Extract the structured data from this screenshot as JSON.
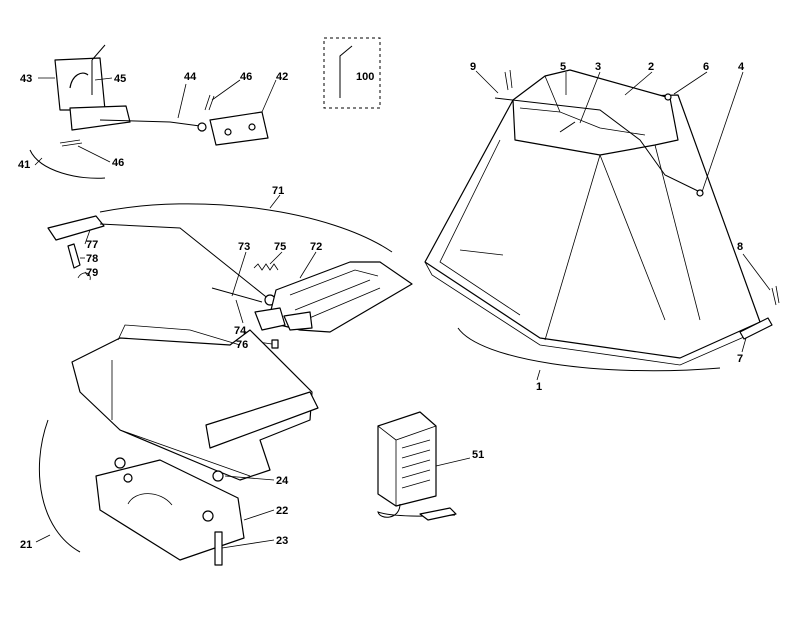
{
  "labels": {
    "l1": "1",
    "l2": "2",
    "l3": "3",
    "l4": "4",
    "l5": "5",
    "l6": "6",
    "l7": "7",
    "l8": "8",
    "l9": "9",
    "l21": "21",
    "l22": "22",
    "l23": "23",
    "l24": "24",
    "l41": "41",
    "l42": "42",
    "l43": "43",
    "l44": "44",
    "l45": "45",
    "l46a": "46",
    "l46b": "46",
    "l51": "51",
    "l71": "71",
    "l72": "72",
    "l73": "73",
    "l74": "74",
    "l75": "75",
    "l76": "76",
    "l77": "77",
    "l78": "78",
    "l79": "79",
    "l100": "100"
  }
}
